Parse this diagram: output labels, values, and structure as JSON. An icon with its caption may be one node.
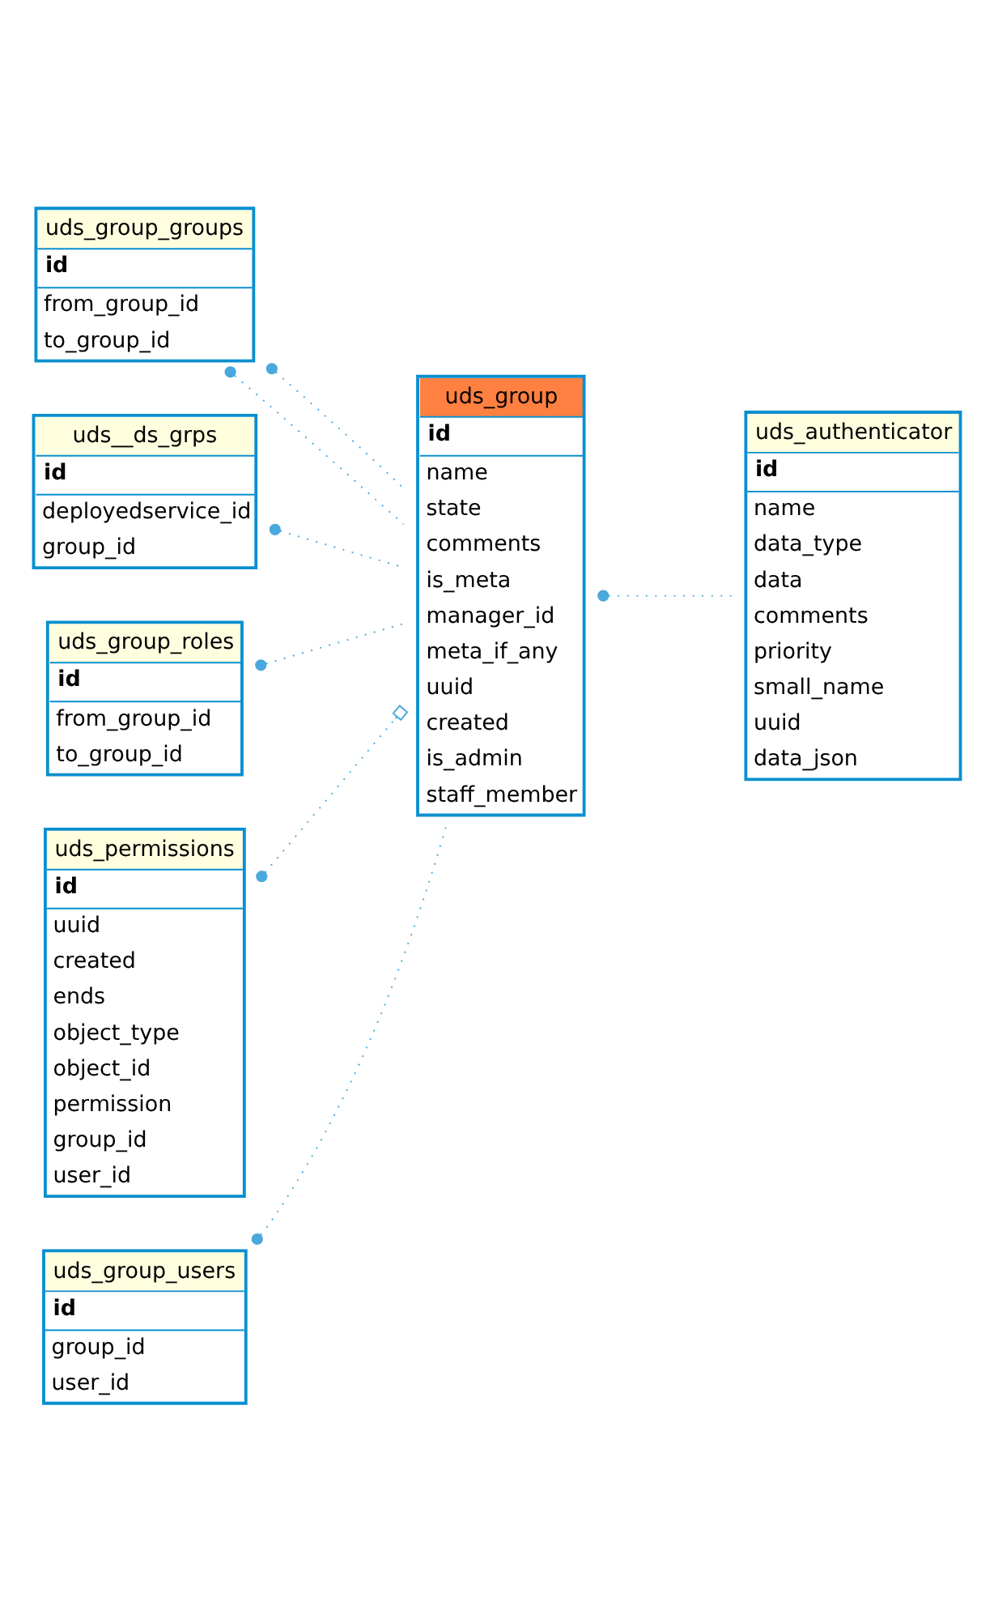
{
  "diagram": {
    "nodes": [
      {
        "text": [
          "uds_group_groups",
          "id",
          "from_group_id",
          "to_group_id"
        ]
      },
      {
        "text": [
          "uds__ds_grps",
          "id",
          "deployedservice_id",
          "group_id"
        ]
      },
      {
        "text": [
          "uds_group_roles",
          "id",
          "from_group_id",
          "to_group_id"
        ]
      },
      {
        "text": [
          "uds_group",
          "id",
          "name",
          "state",
          "comments",
          "is_meta",
          "manager_id",
          "meta_if_any",
          "uuid",
          "created",
          "is_admin",
          "staff_member"
        ]
      },
      {
        "text": [
          "uds_authenticator",
          "id",
          "name",
          "data_type",
          "data",
          "comments",
          "priority",
          "small_name",
          "uuid",
          "data_json"
        ]
      },
      {
        "text": [
          "uds_permissions",
          "id",
          "uuid",
          "created",
          "ends",
          "object_type",
          "object_id",
          "permission",
          "group_id",
          "user_id"
        ]
      },
      {
        "text": [
          "uds_group_users",
          "id",
          "group_id",
          "user_id"
        ]
      }
    ],
    "edges": [
      {
        "from": 0,
        "to": 3,
        "arrow": "other"
      },
      {
        "from": 0,
        "to": 3,
        "arrow": "other"
      },
      {
        "from": 1,
        "to": 3,
        "arrow": "other"
      },
      {
        "from": 2,
        "to": 3,
        "arrow": "other"
      },
      {
        "from": 3,
        "to": 4,
        "arrow": "other"
      },
      {
        "from": 5,
        "to": 3,
        "arrow": "other"
      },
      {
        "from": 6,
        "to": 3,
        "arrow": "other"
      }
    ]
  }
}
